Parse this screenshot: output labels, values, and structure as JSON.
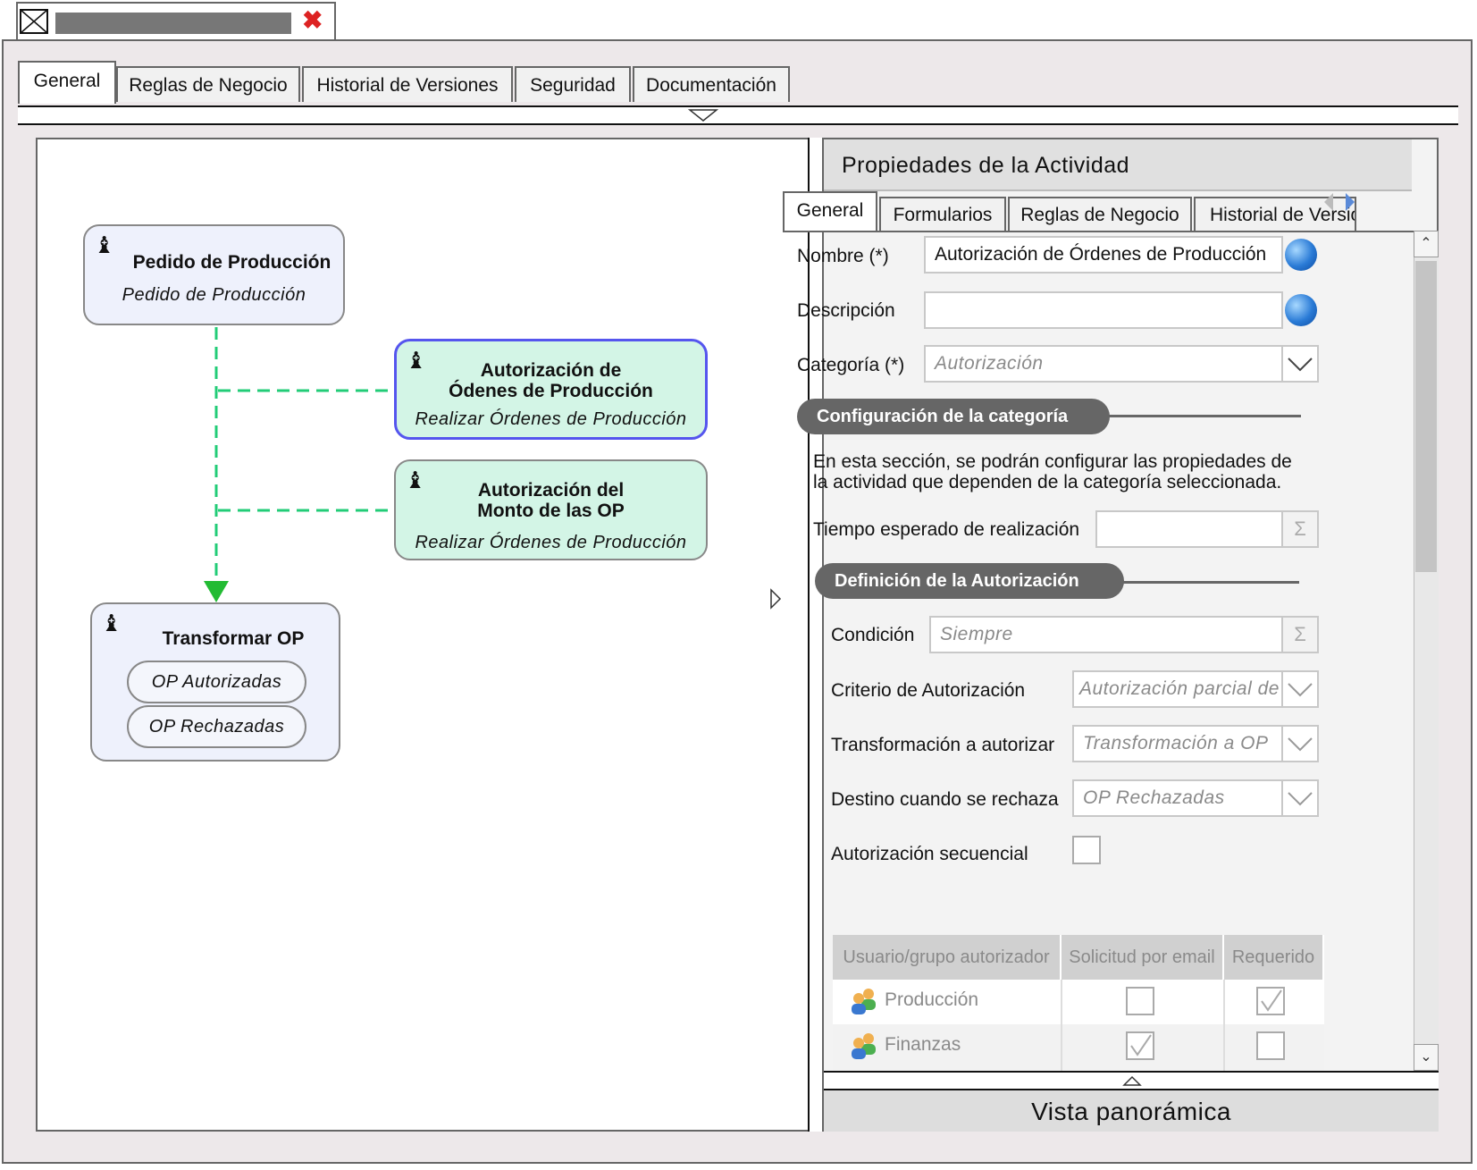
{
  "document_tab": {
    "close_icon": "close-icon"
  },
  "main_tabs": [
    "General",
    "Reglas de Negocio",
    "Historial de Versiones",
    "Seguridad",
    "Documentación"
  ],
  "nodes": {
    "pedido": {
      "title": "Pedido de Producción",
      "subtitle": "Pedido de Producción"
    },
    "autorizacion_ordenes": {
      "title_line1": "Autorización de",
      "title_line2": "Ódenes de Producción",
      "subtitle": "Realizar Órdenes de Producción"
    },
    "autorizacion_monto": {
      "title_line1": "Autorización del",
      "title_line2": "Monto de las OP",
      "subtitle": "Realizar Órdenes de Producción"
    },
    "transformar": {
      "title": "Transformar OP",
      "outputs": [
        "OP Autorizadas",
        "OP Rechazadas"
      ]
    }
  },
  "panel": {
    "title": "Propiedades de la Actividad",
    "tabs": [
      "General",
      "Formularios",
      "Reglas de Negocio",
      "Historial de Versiones"
    ],
    "nombre_label": "Nombre (*)",
    "nombre_value": "Autorización de Órdenes de Producción",
    "descripcion_label": "Descripción",
    "descripcion_value": "",
    "categoria_label": "Categoría (*)",
    "categoria_value": "Autorización",
    "section_categoria": "Configuración de la categoría",
    "section_text_line1": "En esta sección, se podrán configurar las propiedades de",
    "section_text_line2": "la actividad que dependen de la categoría seleccionada.",
    "tiempo_label": "Tiempo esperado de realización",
    "tiempo_value": "",
    "section_autorizacion": "Definición de la Autorización",
    "condicion_label": "Condición",
    "condicion_value": "Siempre",
    "criterio_label": "Criterio de Autorización",
    "criterio_value": "Autorización parcial de",
    "transformacion_label": "Transformación a autorizar",
    "transformacion_value": "Transformación a OP",
    "destino_label": "Destino cuando se rechaza",
    "destino_value": "OP Rechazadas",
    "secuencial_label": "Autorización secuencial",
    "secuencial_checked": false,
    "grid_headers": [
      "Usuario/grupo autorizador",
      "Solicitud por email",
      "Requerido"
    ],
    "grid_rows": [
      {
        "name": "Producción",
        "email": false,
        "requerido": true
      },
      {
        "name": "Finanzas",
        "email": true,
        "requerido": false
      }
    ],
    "footer": "Vista panorámica"
  },
  "colors": {
    "flow_arrow": "#22bb33",
    "flow_dash": "#22cc77",
    "selected_border": "#5555ee",
    "node_blue": "#eef1fc",
    "node_green": "#d3f5e6"
  }
}
